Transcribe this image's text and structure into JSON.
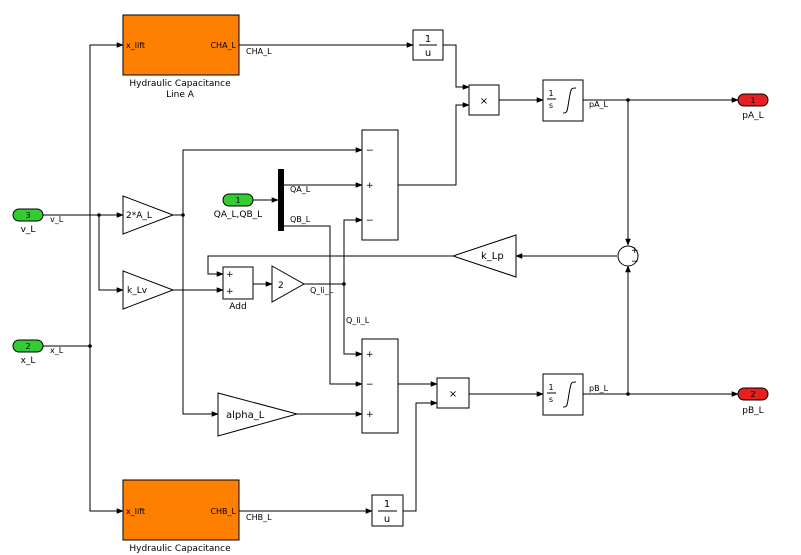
{
  "subsystems": {
    "top": {
      "in_port": "x_lift",
      "out_port": "CHA_L",
      "label_line1": "Hydraulic Capacitance",
      "label_line2": "Line A"
    },
    "bottom": {
      "in_port": "x_lift",
      "out_port": "CHB_L",
      "label_line1": "Hydraulic Capacitance"
    }
  },
  "inports": [
    {
      "number": "3",
      "label": "v_L",
      "color": "#33cc33"
    },
    {
      "number": "2",
      "label": "x_L",
      "color": "#33cc33"
    },
    {
      "number": "1",
      "label": "QA_L,QB_L",
      "color": "#33cc33"
    }
  ],
  "outports": [
    {
      "number": "1",
      "label": "pA_L",
      "color": "#e62020"
    },
    {
      "number": "2",
      "label": "pB_L",
      "color": "#e62020"
    }
  ],
  "gains": {
    "area": "2*A_L",
    "kLv": "k_Lv",
    "two": "2",
    "alpha": "alpha_L",
    "kLp": "k_Lp"
  },
  "sum_add": {
    "label": "Add",
    "sign1": "+",
    "sign2": "+"
  },
  "sum_top_signs": [
    "−",
    "+",
    "−"
  ],
  "sum_bot_signs": [
    "+",
    "−",
    "+"
  ],
  "sum_right_signs": [
    "+",
    "−"
  ],
  "reciprocal": {
    "num": "1",
    "den": "u"
  },
  "product_symbol": "×",
  "integrator": {
    "num": "1",
    "den": "s"
  },
  "signals": {
    "cha": "CHA_L",
    "chb": "CHB_L",
    "pa": "pA_L",
    "pb": "pB_L",
    "vl": "v_L",
    "xl": "x_L",
    "qa": "QA_L",
    "qb": "QB_L",
    "qli1": "Q_li_L",
    "qli2": "Q_li_L"
  },
  "colors": {
    "subsystem": "#ff8000",
    "inport": "#33cc33",
    "outport": "#e62020"
  }
}
